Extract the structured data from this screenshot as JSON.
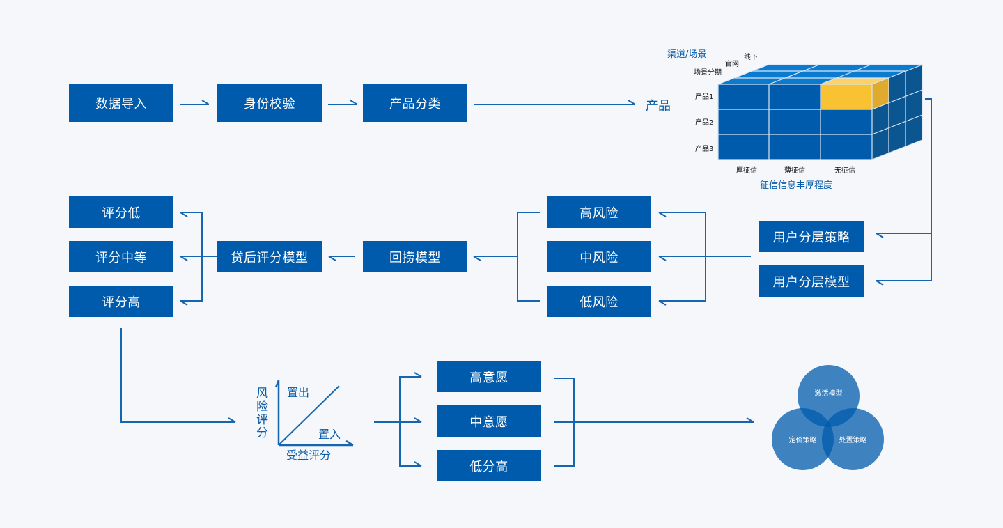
{
  "row1": {
    "boxes": [
      "数据导入",
      "身份校验",
      "产品分类"
    ],
    "product_label": "产品"
  },
  "cube": {
    "title_depth": "渠道/场景",
    "depth_labels": [
      "场景分期",
      "官网",
      "线下"
    ],
    "row_labels": [
      "产品1",
      "产品2",
      "产品3"
    ],
    "col_labels": [
      "厚征信",
      "薄征信",
      "无征信"
    ],
    "axis_label": "征信信息丰厚程度",
    "highlight_cell": {
      "row": "产品1",
      "col": "无征信",
      "depth": "场景分期"
    },
    "colors": {
      "front": "#005bac",
      "top": "#0b7bd0",
      "side": "#0b5690",
      "highlight": "#f8c232",
      "highlight_side": "#e0aa2e",
      "highlight_top": "#fcd36a"
    }
  },
  "row2": {
    "score_boxes": [
      "评分低",
      "评分中等",
      "评分高"
    ],
    "post_loan_model": "贷后评分模型",
    "recovery_model": "回捞模型",
    "risk_boxes": [
      "高风险",
      "中风险",
      "低风险"
    ],
    "user_strategy": "用户分层策略",
    "user_model": "用户分层模型"
  },
  "row3": {
    "axis_y_label": "风险评分",
    "axis_x_label": "受益评分",
    "zone_out": "置出",
    "zone_in": "置入",
    "intent_boxes": [
      "高意愿",
      "中意愿",
      "低分高"
    ],
    "venn": [
      "激活模型",
      "定价策略",
      "处置策略"
    ]
  },
  "colors": {
    "box": "#005bac",
    "line": "#1565b0",
    "background": "#f5f7fb"
  }
}
